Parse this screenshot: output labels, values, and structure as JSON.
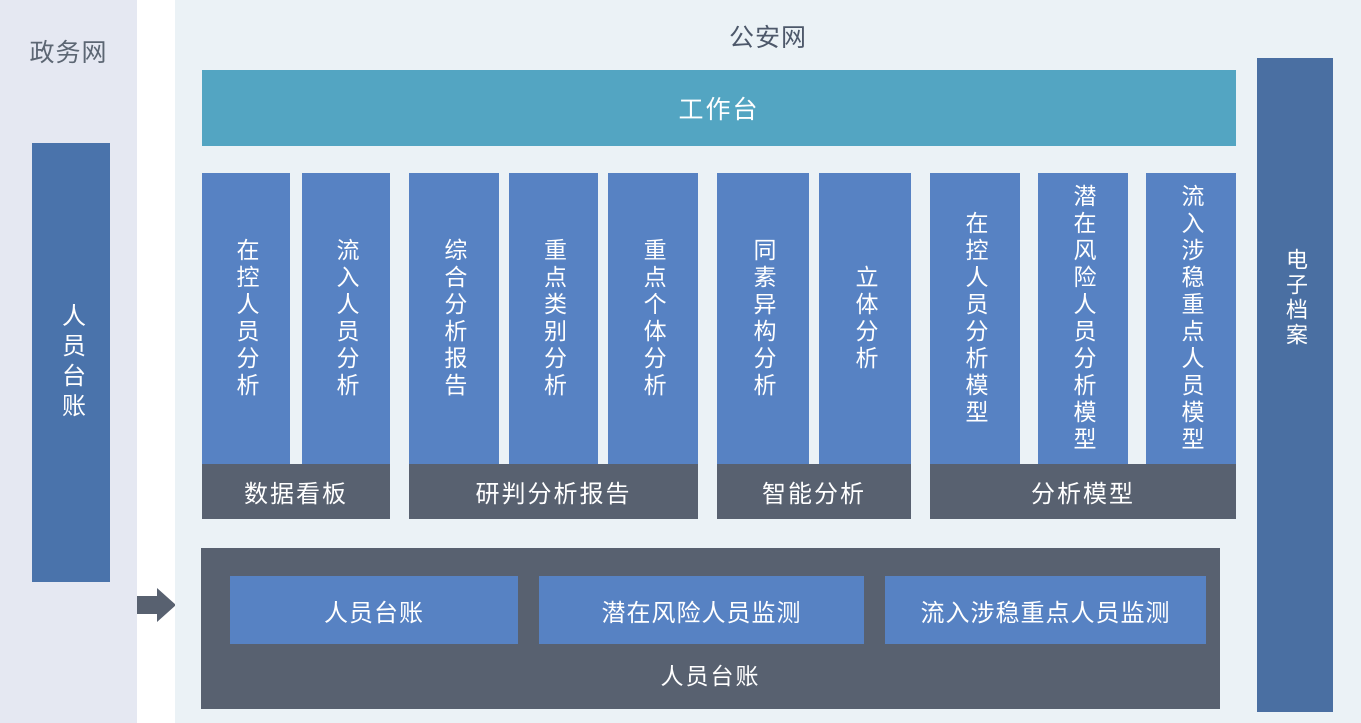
{
  "colors": {
    "left_panel_bg": "#e5e8f2",
    "main_panel_bg": "#ebf2f6",
    "workbench_teal": "#53a5c2",
    "bar_blue": "#5782c3",
    "left_bar_blue": "#4a73ab",
    "right_bar_blue": "#4a6fa2",
    "dark_gray": "#586170",
    "title_text": "#4d586a",
    "white_text": "#ffffff"
  },
  "left_panel": {
    "network_label": "政务网",
    "bar_label": "人员台账"
  },
  "main_panel": {
    "network_label": "公安网",
    "workbench_label": "工作台",
    "groups": [
      {
        "footer": "数据看板",
        "bars": [
          "在控人员分析",
          "流入人员分析"
        ]
      },
      {
        "footer": "研判分析报告",
        "bars": [
          "综合分析报告",
          "重点类别分析",
          "重点个体分析"
        ]
      },
      {
        "footer": "智能分析",
        "bars": [
          "同素异构分析",
          "立体分析"
        ]
      },
      {
        "footer": "分析模型",
        "bars": [
          "在控人员分析模型",
          "潜在风险人员分析模型",
          "流入涉稳重点人员模型"
        ]
      }
    ],
    "bottom_panel": {
      "buttons": [
        "人员台账",
        "潜在风险人员监测",
        "流入涉稳重点人员监测"
      ],
      "label": "人员台账"
    },
    "right_bar_label": "电子档案"
  },
  "icons": {
    "flow_arrow": "right-arrow"
  }
}
